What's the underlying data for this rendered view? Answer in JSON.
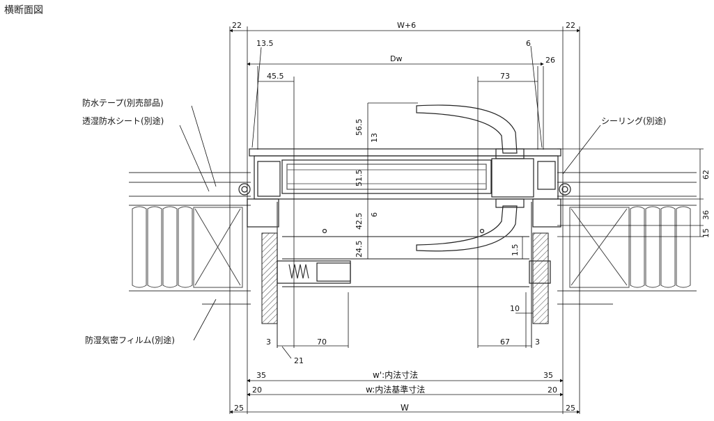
{
  "title": "横断面図",
  "dims": {
    "top_w6": "W+6",
    "top_left22": "22",
    "top_right22": "22",
    "d13_5": "13.5",
    "d6_top": "6",
    "dw": "Dw",
    "d26": "26",
    "d45_5": "45.5",
    "d73": "73",
    "d56_5": "56.5",
    "d13_v": "13",
    "d51_5": "51.5",
    "d42_5": "42.5",
    "d6_v": "6",
    "d24_5": "24.5",
    "d1_5": "1.5",
    "d10": "10",
    "d62": "62",
    "d36": "36",
    "d15": "15",
    "b3_left": "3",
    "b70": "70",
    "b67": "67",
    "b3_right": "3",
    "b21": "21",
    "b35_left": "35",
    "b35_right": "35",
    "b_inner": "w':内法寸法",
    "b20_left": "20",
    "b20_right": "20",
    "b_std": "w:内法基準寸法",
    "b25_left": "25",
    "b25_right": "25",
    "b_w": "W"
  },
  "labels": {
    "tape": "防水テープ(別売部品)",
    "sheet": "透湿防水シート(別途)",
    "sealing": "シーリング(別途)",
    "film": "防湿気密フィルム(別途)"
  }
}
